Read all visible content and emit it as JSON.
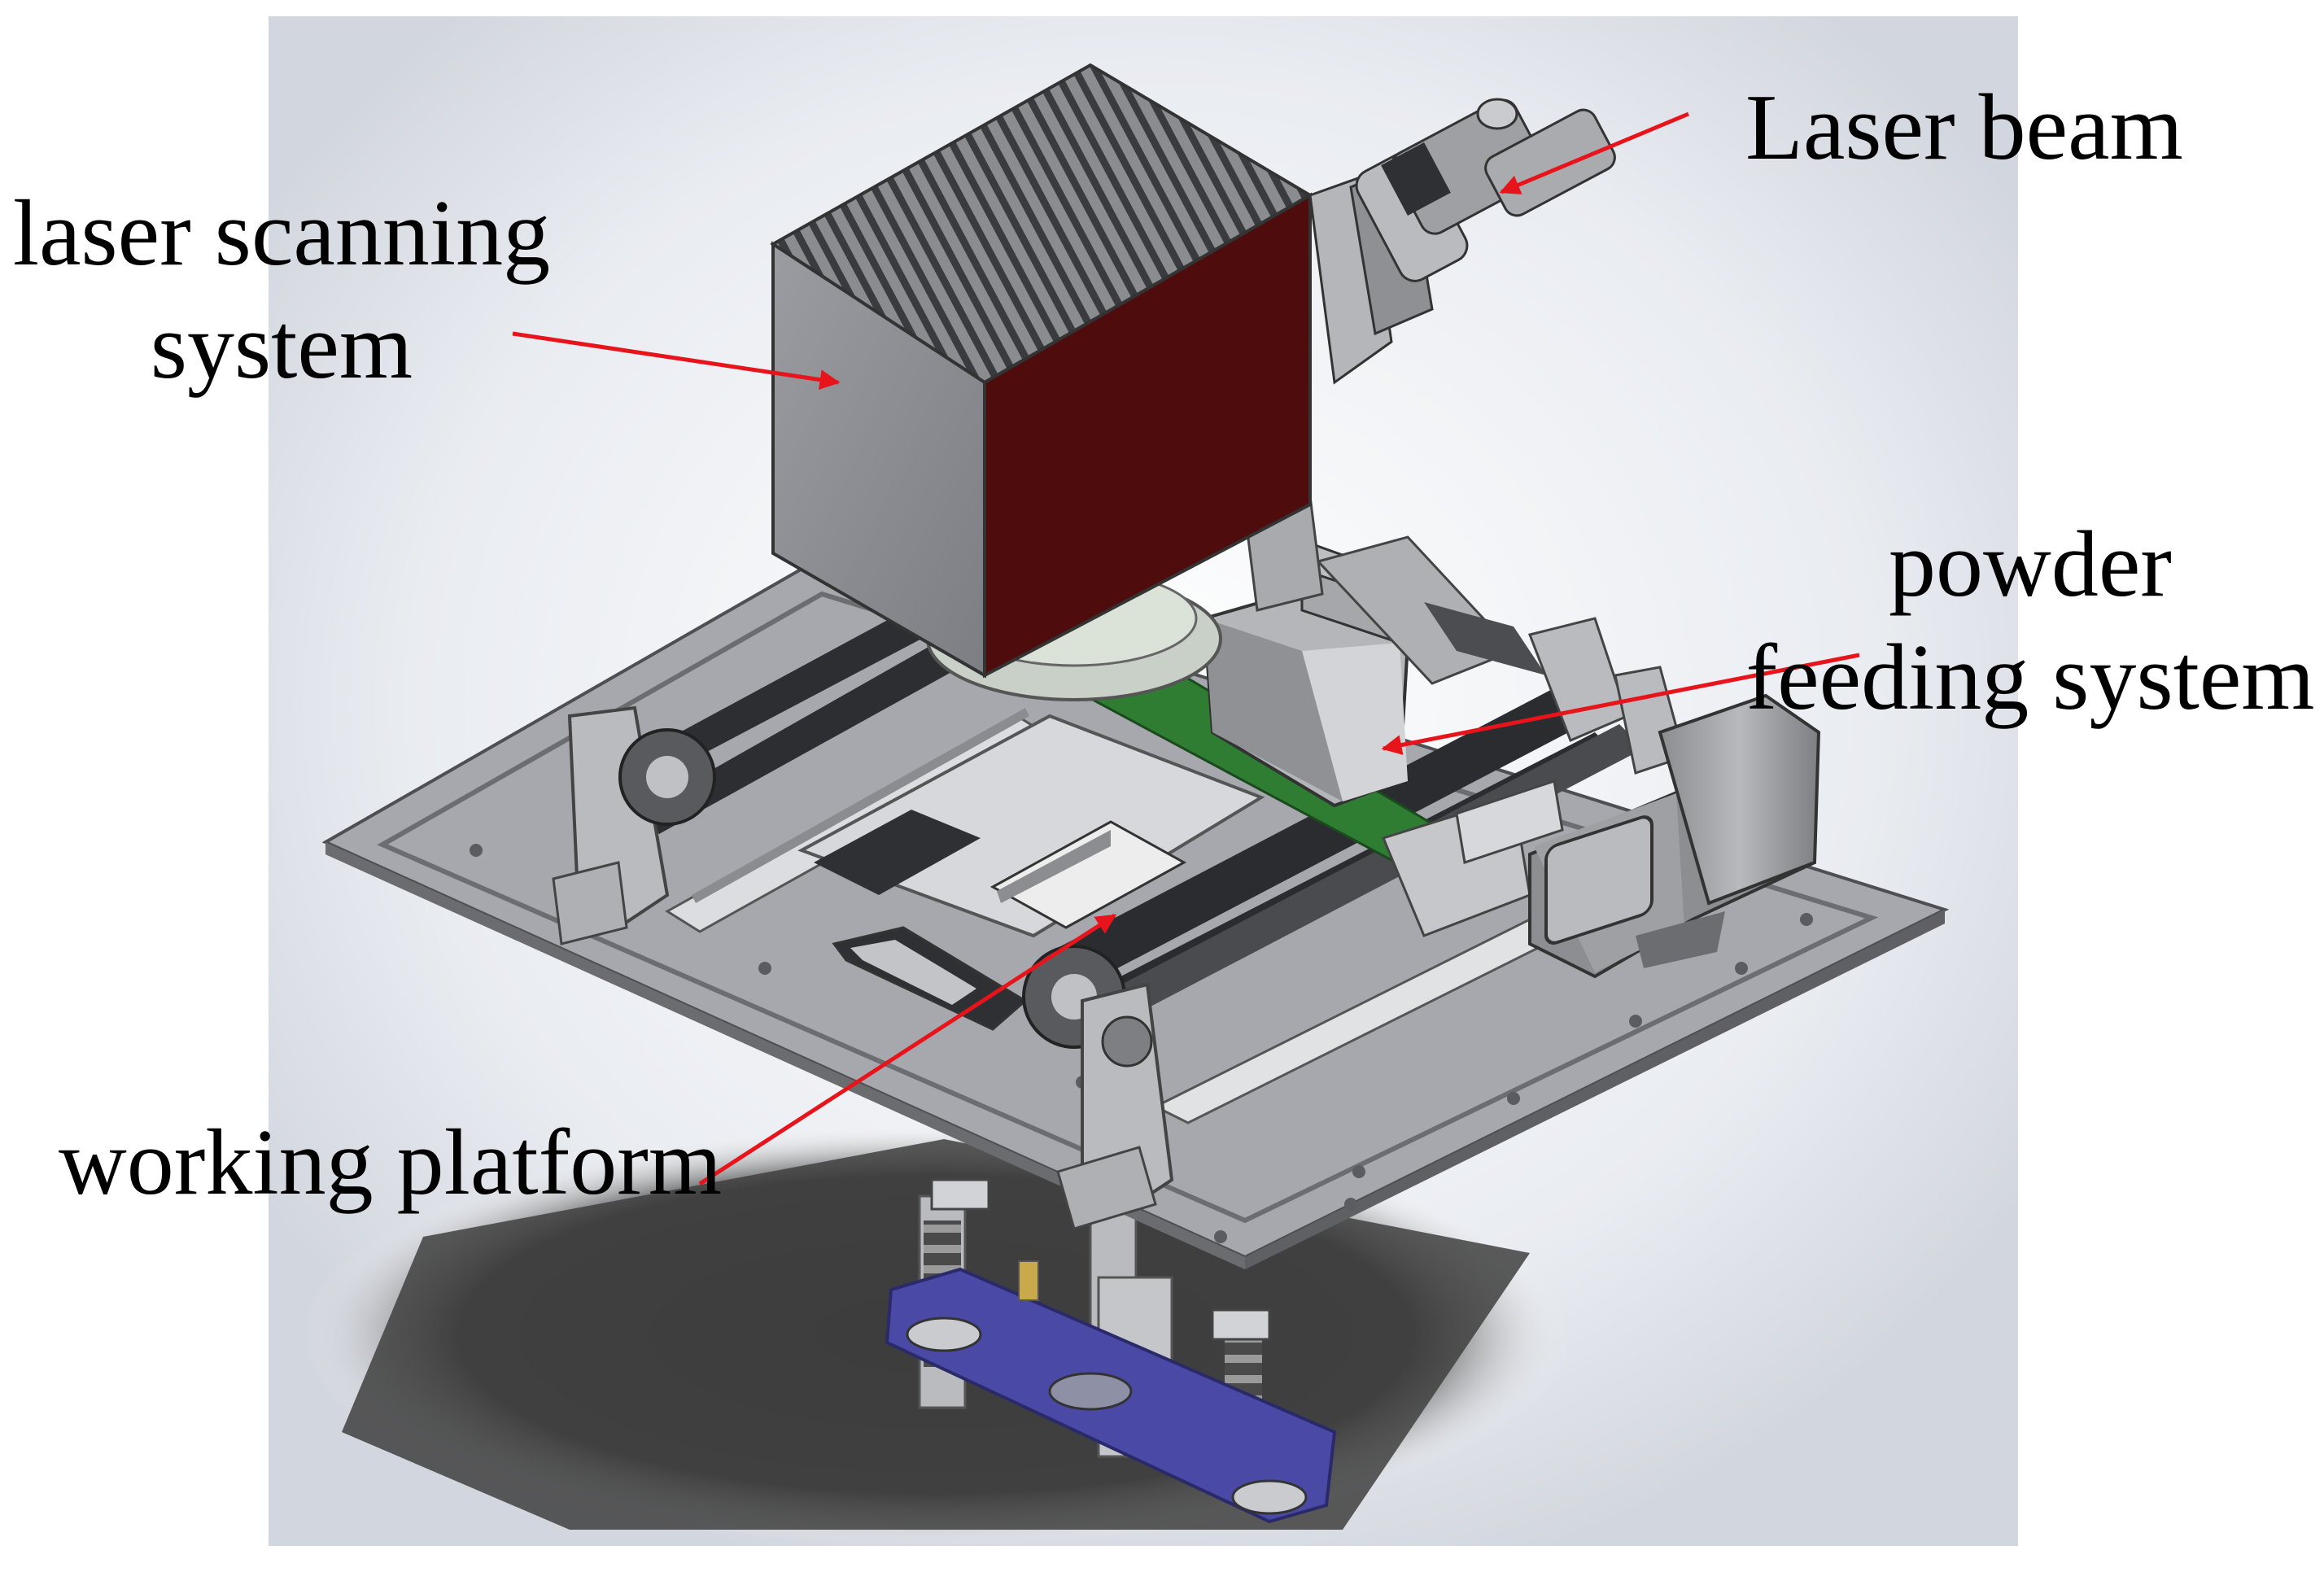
{
  "labels": {
    "laser_beam": "Laser beam",
    "scanning_line1": "laser scanning",
    "scanning_line2": "system",
    "powder_line1": "powder",
    "powder_line2": "feeding system",
    "platform": "working platform"
  },
  "colors": {
    "arrow": "#e8141b",
    "scan_face": "#4e0c0c",
    "plate": "#9c9ea3",
    "green_rail": "#2e7d32",
    "blue_base": "#4a4aa6",
    "shadow": "#3d3d3d"
  }
}
